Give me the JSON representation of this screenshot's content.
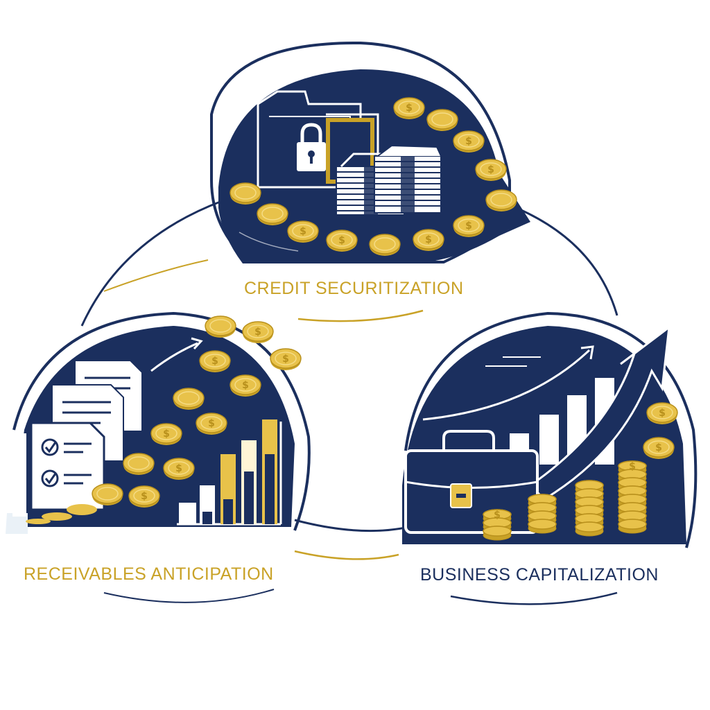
{
  "labels": {
    "credit": "CREDIT SECURITIZATION",
    "receivables": "RECEIVABLES ANTICIPATION",
    "business": "BUSINESS CAPITALIZATION"
  },
  "coin_symbol": "$",
  "colors": {
    "navy": "#1B2F5E",
    "gold": "#E8C24A",
    "gold_dark": "#C9A227",
    "white": "#FFFFFF"
  },
  "icons": [
    "folder-icon",
    "lock-icon",
    "cash-stack-icon",
    "coin-icon",
    "document-icon",
    "checklist-icon",
    "bar-chart-icon",
    "trend-arrow-icon",
    "briefcase-icon",
    "coin-stack-icon"
  ]
}
